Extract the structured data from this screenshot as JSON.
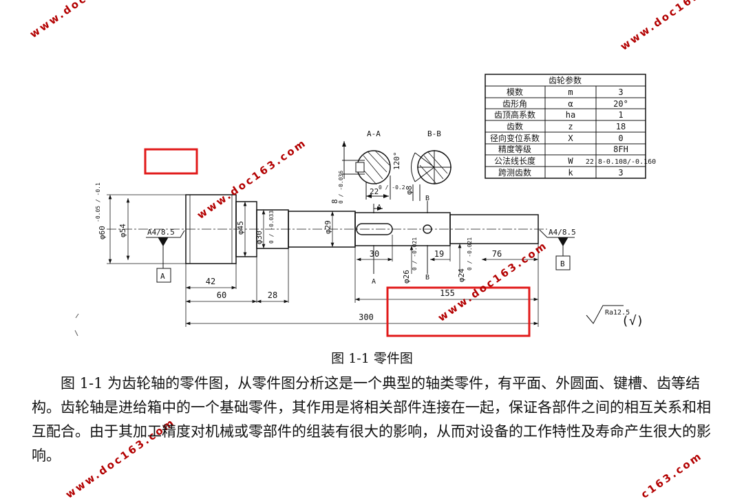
{
  "figure_caption": "图 1-1  零件图",
  "paragraph": "图 1-1 为齿轮轴的零件图，从零件图分析这是一个典型的轴类零件，有平面、外圆面、键槽、齿等结构。齿轮轴是进给箱中的一个基础零件，其作用是将相关部件连接在一起，保证各部件之间的相互关系和相互配合。由于其加工精度对机械或零部件的组装有很大的影响，从而对设备的工作特性及寿命产生很大的影响。",
  "watermark": "www.doc163.com",
  "watermark_partial": "c163.com",
  "gear_table": {
    "title": "齿轮参数",
    "rows": [
      [
        "模数",
        "m",
        "3"
      ],
      [
        "齿形角",
        "α",
        "20°"
      ],
      [
        "齿顶高系数",
        "ha",
        "1"
      ],
      [
        "齿数",
        "z",
        "18"
      ],
      [
        "径向变位系数",
        "X",
        "0"
      ],
      [
        "精度等级",
        "",
        "8FH"
      ],
      [
        "公法线长度",
        "W",
        "22.8-0.108/-0.160"
      ],
      [
        "跨测齿数",
        "k",
        "3"
      ]
    ]
  },
  "section_labels": {
    "aa": "A-A",
    "bb": "B-B",
    "a": "A",
    "b": "B"
  },
  "datum_labels": {
    "left_text": "A4/8.5",
    "right_text": "A4/8.5",
    "left_box": "A",
    "right_box": "B"
  },
  "dims": {
    "d60": "φ60",
    "d60_tol": "-0.05 / -0.1",
    "d54": "φ54",
    "d45": "φ45",
    "d30": "φ30",
    "d30_tol": "0 / -0.033",
    "d29": "φ29",
    "d26": "φ26",
    "d26_tol": "0 / -0.021",
    "d24": "φ24",
    "d24_tol": "0 / -0.021",
    "key8": "8",
    "key8_tol": "0 / -0.036",
    "w22": "22",
    "w22_tol": "0 / -0.2",
    "ang120": "120°",
    "d8": "φ8",
    "l42": "42",
    "l60": "60",
    "l28": "28",
    "l30": "30",
    "l19": "19",
    "l76": "76",
    "l155": "155",
    "l300": "300"
  },
  "roughness": {
    "value": "Ra12.5",
    "symbol": "(√)"
  },
  "colors": {
    "line": "#111111",
    "highlight": "#e11919",
    "watermark": "#b30000"
  }
}
